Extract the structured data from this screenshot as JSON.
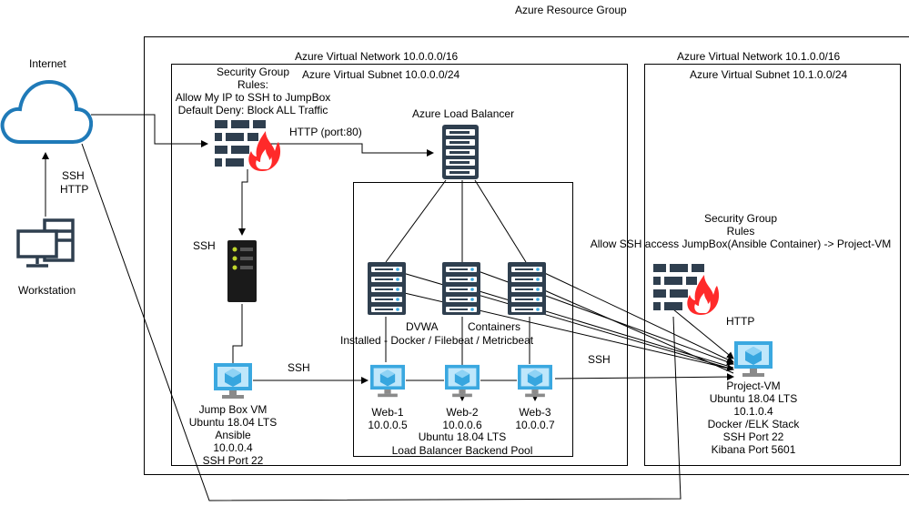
{
  "resource_group": {
    "label": "Azure Resource Group"
  },
  "vnet1": {
    "label": "Azure Virtual Network 10.0.0.0/16",
    "subnet_label": "Azure Virtual Subnet 10.0.0.0/24"
  },
  "vnet2": {
    "label": "Azure Virtual Network 10.1.0.0/16",
    "subnet_label": "Azure Virtual Subnet 10.1.0.0/24"
  },
  "internet": {
    "label": "Internet"
  },
  "workstation": {
    "label": "Workstation",
    "link_label_1": "SSH",
    "link_label_2": "HTTP"
  },
  "security_group_1": {
    "lines": [
      "Security Group",
      "Rules:",
      "Allow My IP to SSH to JumpBox",
      "Default Deny: Block ALL Traffic"
    ]
  },
  "http_link": {
    "label": "HTTP (port:80)"
  },
  "load_balancer": {
    "label": "Azure Load Balancer"
  },
  "ssh_label_left": "SSH",
  "ssh_label_mid": "SSH",
  "ssh_label_right": "SSH",
  "jumpbox": {
    "lines": [
      "Jump Box VM",
      "Ubuntu 18.04 LTS",
      "Ansible",
      "10.0.0.4",
      "SSH Port 22"
    ]
  },
  "dvwa": {
    "line1": "DVWA",
    "containers": "Containers",
    "line2": "Installed - Docker / Filebeat / Metricbeat"
  },
  "web1": {
    "name": "Web-1",
    "ip": "10.0.0.5"
  },
  "web2": {
    "name": "Web-2",
    "ip": "10.0.0.6"
  },
  "web3": {
    "name": "Web-3",
    "ip": "10.0.0.7"
  },
  "pool": {
    "os": "Ubuntu 18.04 LTS",
    "label": "Load Balancer Backend Pool"
  },
  "security_group_2": {
    "lines": [
      "Security Group",
      "Rules",
      "Allow SSH access JumpBox(Ansible Container) -> Project-VM"
    ]
  },
  "http_label_right": "HTTP",
  "project_vm": {
    "lines": [
      "Project-VM",
      "Ubuntu 18.04 LTS",
      "10.1.0.4",
      "Docker /ELK Stack",
      "SSH Port 22",
      "Kibana Port 5601"
    ]
  }
}
